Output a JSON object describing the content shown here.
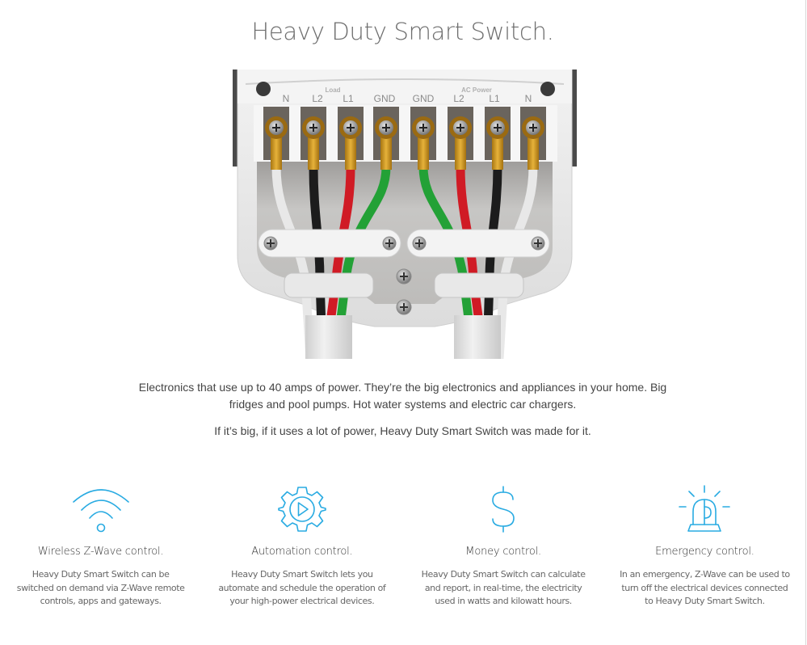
{
  "header": {
    "title": "Heavy Duty Smart Switch."
  },
  "product_image": {
    "alt": "Heavy Duty Smart Switch wiring terminal",
    "group_labels": [
      "Load",
      "AC Power"
    ],
    "terminal_labels": [
      "N",
      "L2",
      "L1",
      "GND",
      "GND",
      "L2",
      "L1",
      "N"
    ],
    "wire_colors": [
      "#e6e6e6",
      "#1c1c1c",
      "#d01b25",
      "#23a136",
      "#23a136",
      "#d01b25",
      "#1c1c1c",
      "#e6e6e6"
    ]
  },
  "intro": {
    "paragraph1": "Electronics that use up to 40 amps of power. They’re the big electronics and appliances in your home. Big fridges and pool pumps. Hot water systems and electric car chargers.",
    "paragraph2": "If it’s big, if it uses a lot of power, Heavy Duty Smart Switch was made for it."
  },
  "colors": {
    "accent": "#29abe2",
    "text": "#444444",
    "title": "#6e6e6e"
  },
  "features": [
    {
      "icon": "wifi-icon",
      "title": "Wireless Z-Wave control.",
      "description": "Heavy Duty Smart Switch can be switched on demand via Z-Wave remote controls, apps and gateways."
    },
    {
      "icon": "gear-play-icon",
      "title": "Automation control.",
      "description": "Heavy Duty Smart Switch lets you automate and schedule the operation of your high-power electrical devices."
    },
    {
      "icon": "dollar-icon",
      "title": "Money control.",
      "description": "Heavy Duty Smart Switch can calculate and report, in real-time, the electricity used in watts and kilowatt hours."
    },
    {
      "icon": "siren-icon",
      "title": "Emergency control.",
      "description": "In an emergency, Z-Wave can be used to turn off the electrical devices connected to Heavy Duty Smart Switch."
    }
  ]
}
